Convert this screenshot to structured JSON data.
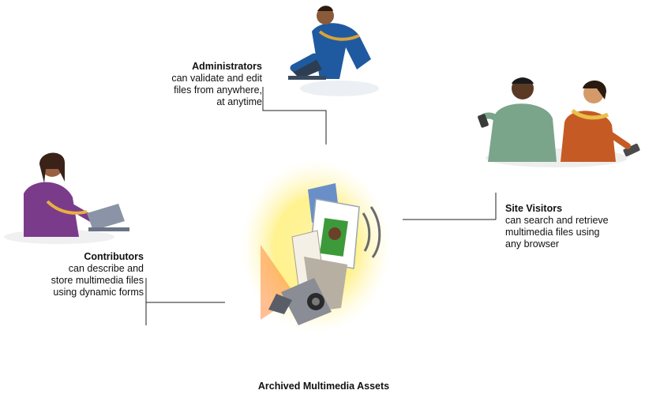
{
  "administrators": {
    "title": "Administrators",
    "lines": [
      "can validate and edit",
      "files from anywhere,",
      "at anytime"
    ]
  },
  "site_visitors": {
    "title": "Site Visitors",
    "lines": [
      "can search and retrieve",
      "multimedia files using",
      "any browser"
    ]
  },
  "contributors": {
    "title": "Contributors",
    "lines": [
      "can describe and",
      "store multimedia files",
      "using dynamic forms"
    ]
  },
  "archive": {
    "title": "Archived Multimedia Assets"
  }
}
